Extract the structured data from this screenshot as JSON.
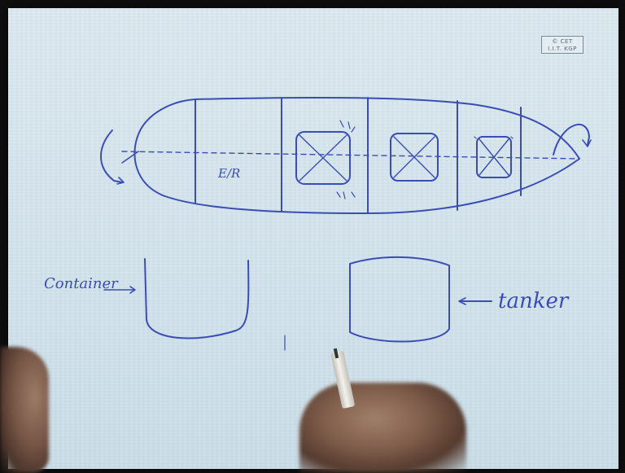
{
  "stamp": {
    "line1": "© CET",
    "line2": "I.I.T. KGP"
  },
  "labels": {
    "engine_room": "E/R",
    "container": "Container",
    "tanker": "tanker"
  },
  "colors": {
    "ink": "#3a4db3",
    "paper": "#d4e4ed"
  }
}
